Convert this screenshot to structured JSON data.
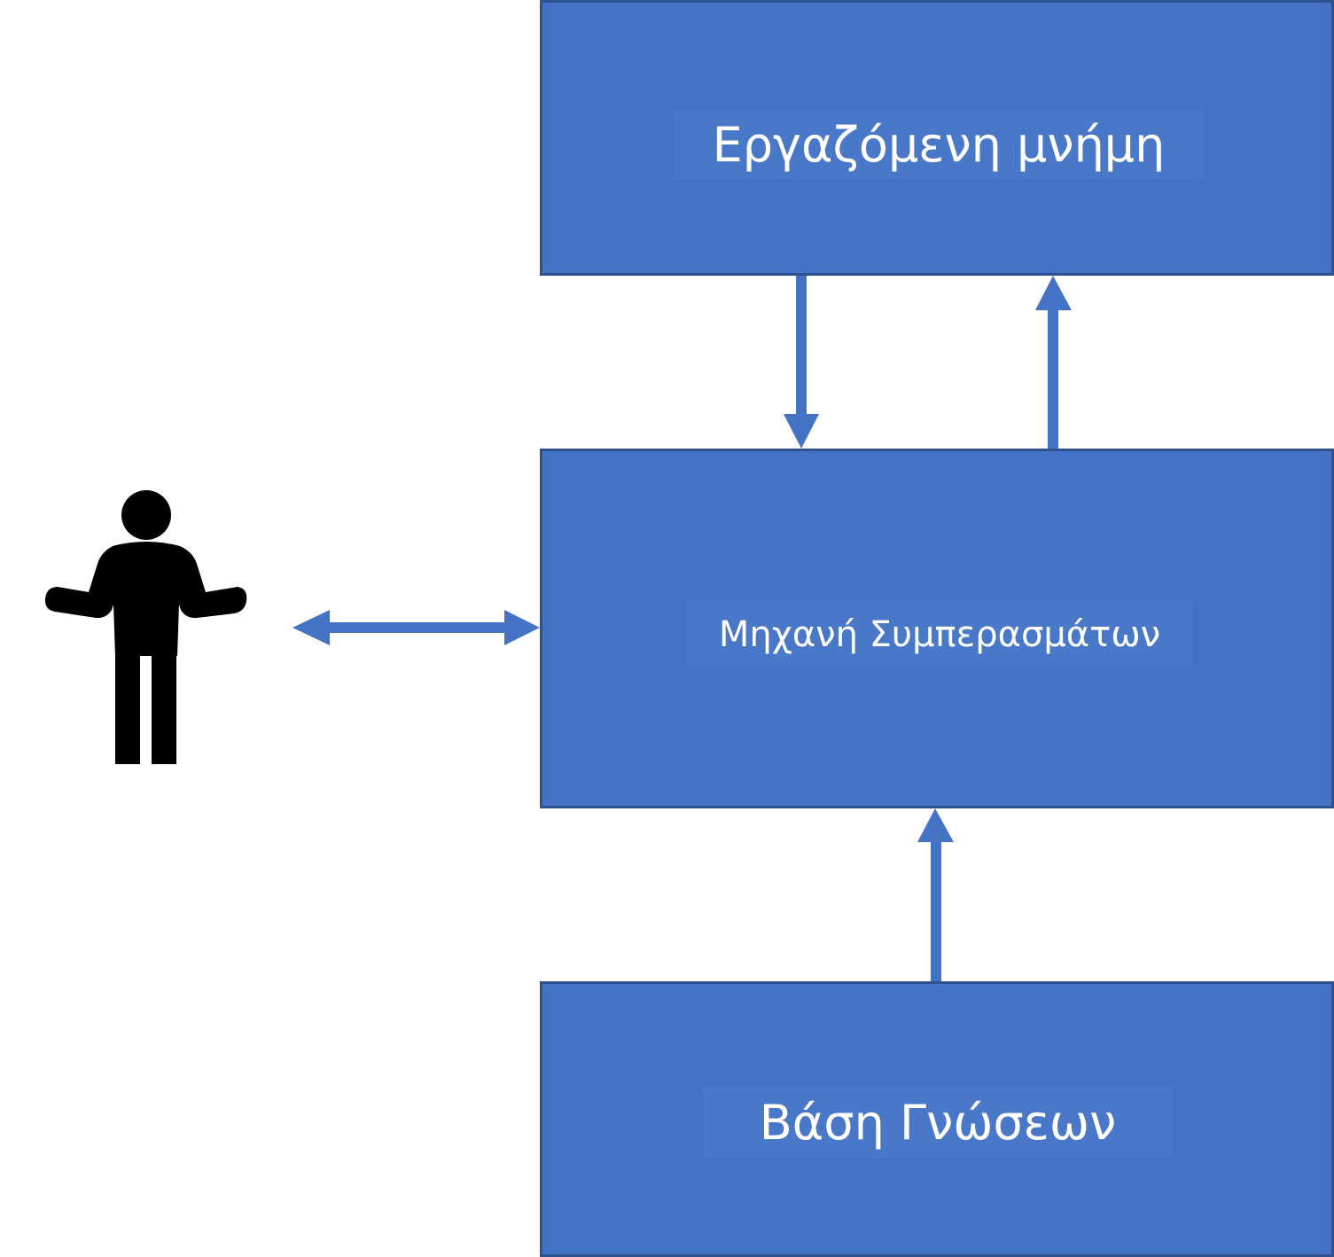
{
  "diagram": {
    "colors": {
      "box_fill": "#4472c4",
      "box_border": "#2f528f",
      "arrow": "#4472c4",
      "text": "#ffffff",
      "person": "#000000"
    },
    "nodes": {
      "working_memory": {
        "label": "Εργαζόμενη μνήμη"
      },
      "inference_engine": {
        "label": "Μηχανή Συμπερασμάτων"
      },
      "knowledge_base": {
        "label": "Βάση Γνώσεων"
      },
      "user": {
        "icon": "person-shrugging-icon"
      }
    },
    "edges": [
      {
        "from": "working_memory",
        "to": "inference_engine",
        "direction": "one-way"
      },
      {
        "from": "inference_engine",
        "to": "working_memory",
        "direction": "one-way"
      },
      {
        "from": "knowledge_base",
        "to": "inference_engine",
        "direction": "one-way"
      },
      {
        "from": "user",
        "to": "inference_engine",
        "direction": "two-way"
      }
    ]
  }
}
